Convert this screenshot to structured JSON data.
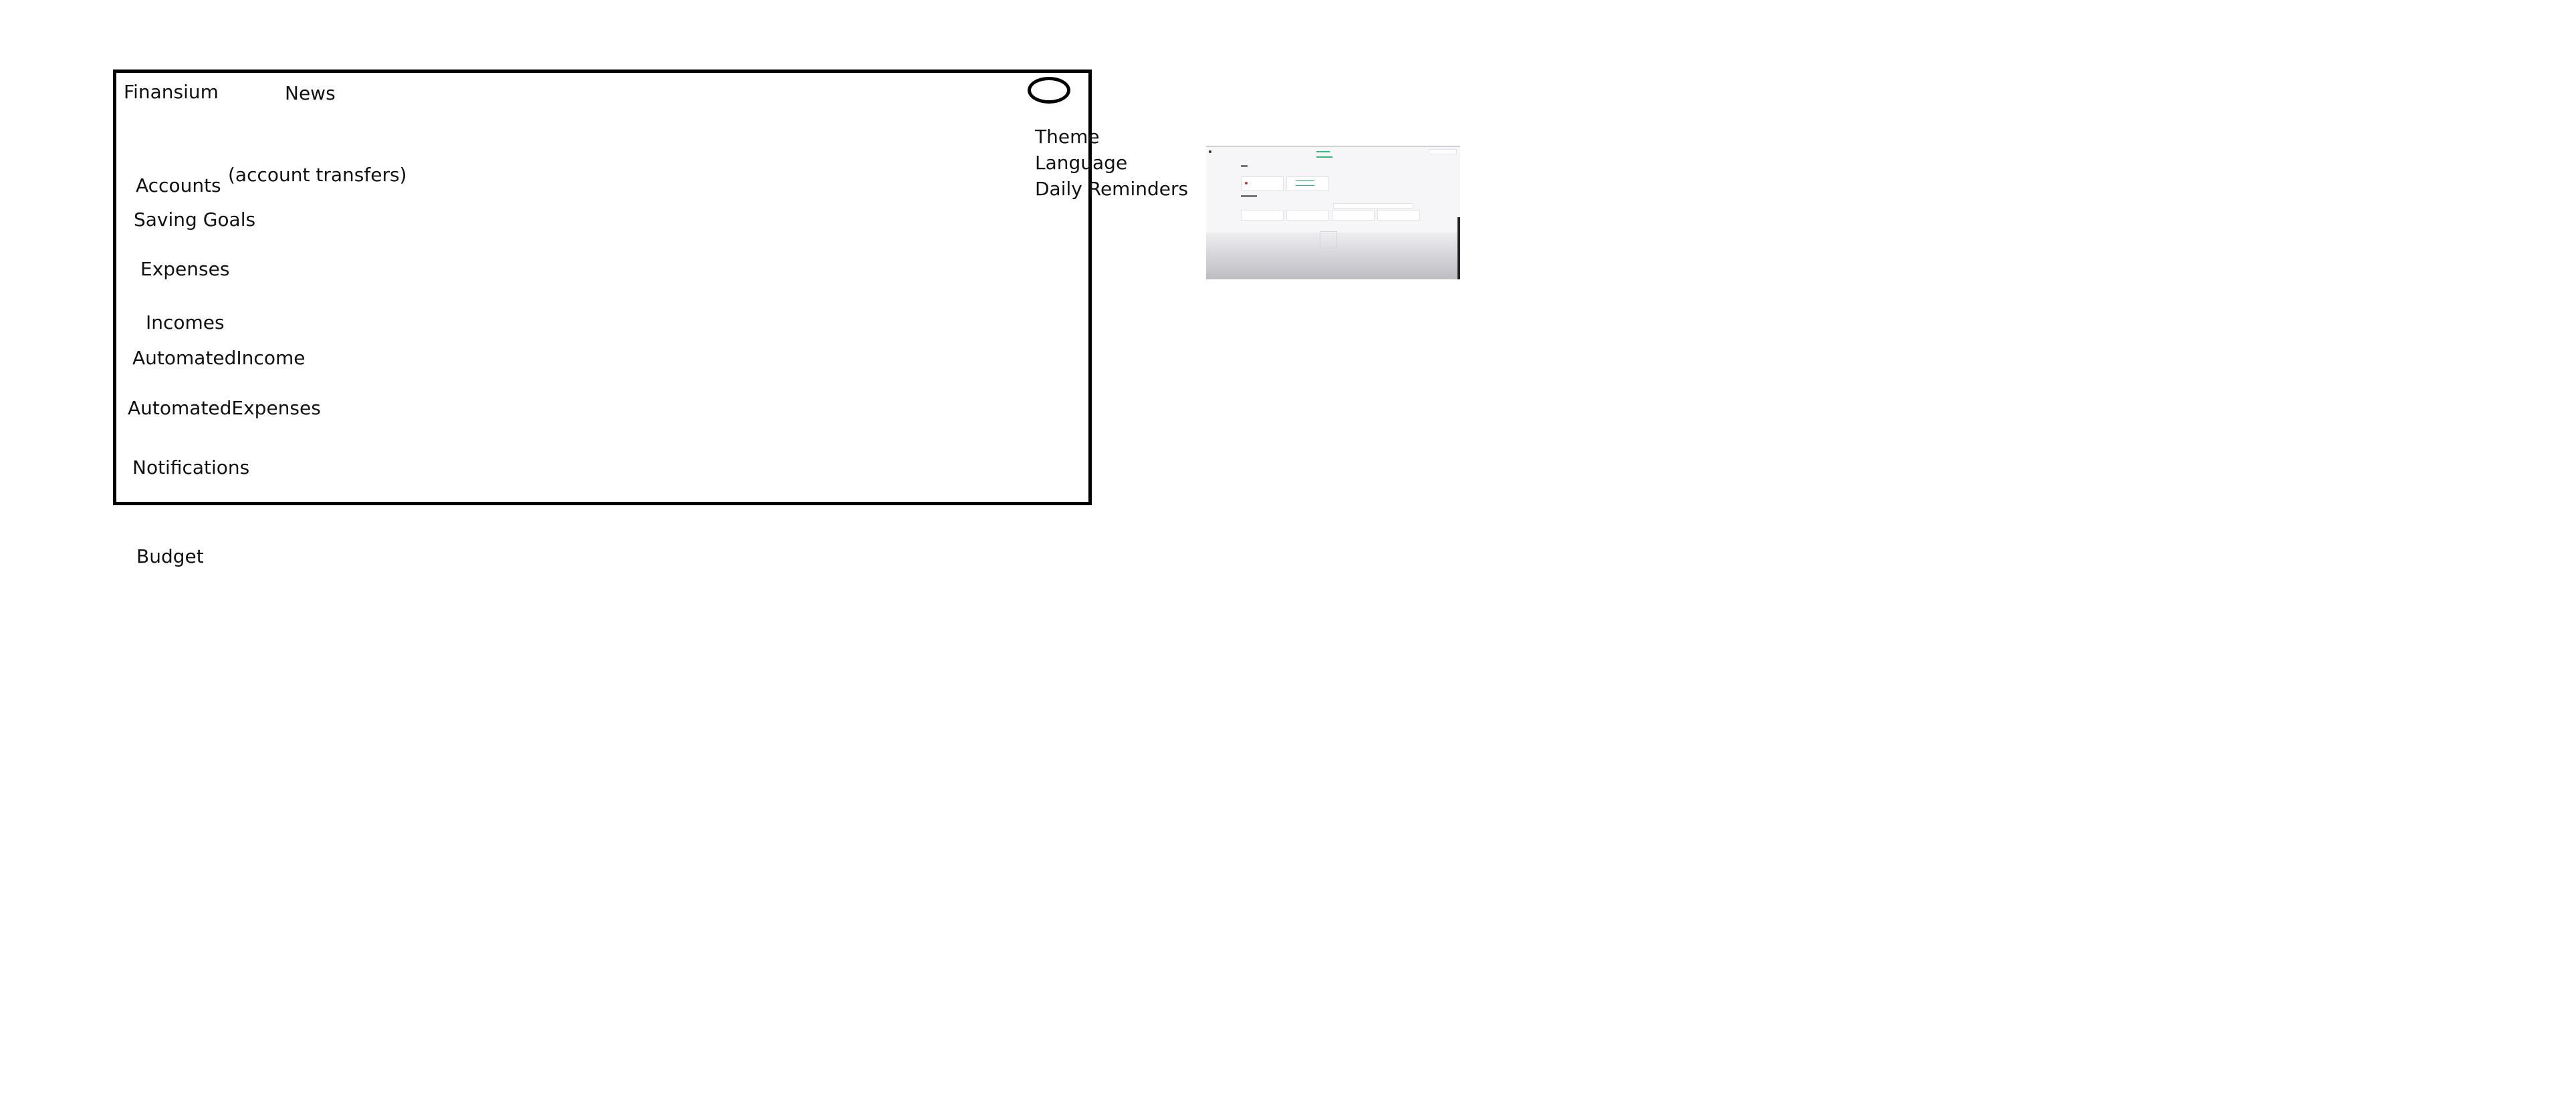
{
  "app": {
    "brand": "Finansium",
    "news_link": "News"
  },
  "nav": {
    "accounts": "Accounts",
    "account_transfers_note": "(account transfers)",
    "saving_goals": "Saving Goals",
    "expenses": "Expenses",
    "incomes": "Incomes",
    "automated_income": "AutomatedIncome",
    "automated_expenses": "AutomatedExpenses",
    "notifications": "Notifications"
  },
  "profile_menu": {
    "avatar_icon": "user-circle-icon",
    "items": [
      "Theme",
      "Language",
      "Daily Reminders"
    ]
  },
  "outside": {
    "budget": "Budget"
  },
  "thumbnail": {
    "description_icon": "app-screen-thumbnail",
    "accent_color": "#2bbf7a"
  }
}
